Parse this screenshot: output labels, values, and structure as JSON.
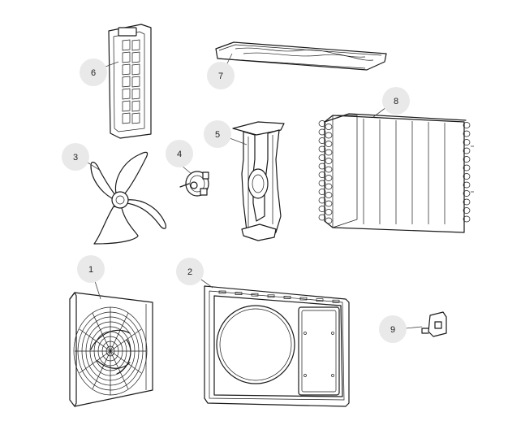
{
  "diagram": {
    "type": "exploded-parts-view",
    "parts": [
      {
        "label": "1",
        "icon": "fan-grille-icon"
      },
      {
        "label": "2",
        "icon": "front-panel-icon"
      },
      {
        "label": "3",
        "icon": "fan-blade-icon"
      },
      {
        "label": "4",
        "icon": "fan-motor-icon"
      },
      {
        "label": "5",
        "icon": "motor-bracket-icon"
      },
      {
        "label": "6",
        "icon": "side-grille-panel-icon"
      },
      {
        "label": "7",
        "icon": "top-cover-icon"
      },
      {
        "label": "8",
        "icon": "condenser-coil-icon"
      },
      {
        "label": "9",
        "icon": "small-bracket-icon"
      }
    ],
    "colors": {
      "line": "#1a1a1a",
      "bubble": "#e9e9e9",
      "background": "#ffffff"
    }
  }
}
